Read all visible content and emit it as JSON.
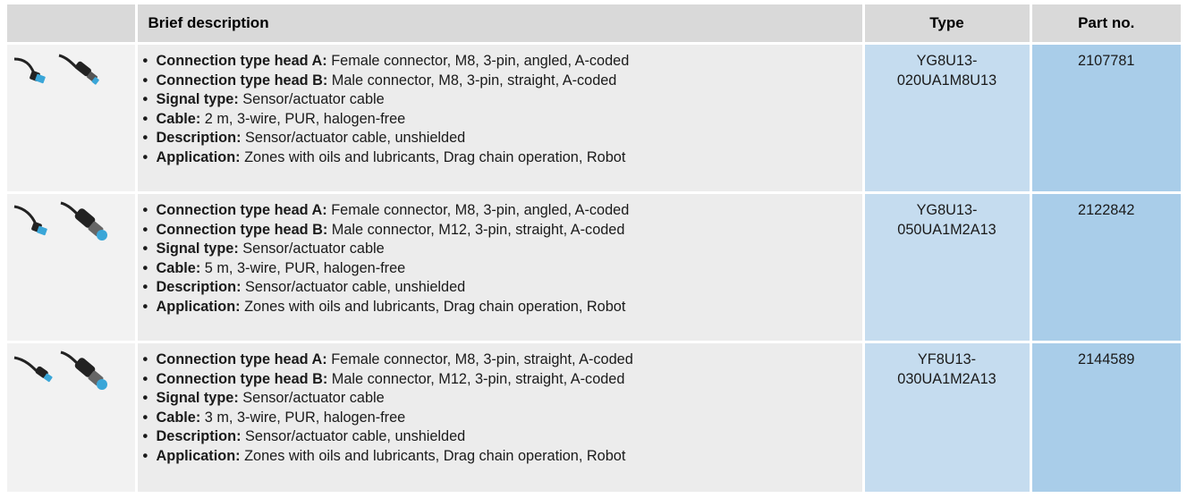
{
  "header": {
    "brief_description": "Brief description",
    "type": "Type",
    "part_no": "Part no."
  },
  "rows": [
    {
      "image_icon": "m8-angled-to-m8-straight-cable-icon",
      "specs": [
        {
          "key": "Connection type head A:",
          "value": " Female connector, M8, 3-pin, angled, A-coded"
        },
        {
          "key": "Connection type head B:",
          "value": " Male connector, M8, 3-pin, straight, A-coded"
        },
        {
          "key": "Signal type:",
          "value": " Sensor/actuator cable"
        },
        {
          "key": "Cable:",
          "value": " 2 m, 3-wire, PUR, halogen-free"
        },
        {
          "key": "Description:",
          "value": " Sensor/actuator cable, unshielded"
        },
        {
          "key": "Application:",
          "value": " Zones with oils and lubricants, Drag chain operation, Robot"
        }
      ],
      "type_line1": "YG8U13-",
      "type_line2": "020UA1M8U13",
      "part_no": "2107781"
    },
    {
      "image_icon": "m8-angled-to-m12-straight-cable-icon",
      "specs": [
        {
          "key": "Connection type head A:",
          "value": " Female connector, M8, 3-pin, angled, A-coded"
        },
        {
          "key": "Connection type head B:",
          "value": " Male connector, M12, 3-pin, straight, A-coded"
        },
        {
          "key": "Signal type:",
          "value": " Sensor/actuator cable"
        },
        {
          "key": "Cable:",
          "value": " 5 m, 3-wire, PUR, halogen-free"
        },
        {
          "key": "Description:",
          "value": " Sensor/actuator cable, unshielded"
        },
        {
          "key": "Application:",
          "value": " Zones with oils and lubricants, Drag chain operation, Robot"
        }
      ],
      "type_line1": "YG8U13-",
      "type_line2": "050UA1M2A13",
      "part_no": "2122842"
    },
    {
      "image_icon": "m8-straight-to-m12-straight-cable-icon",
      "specs": [
        {
          "key": "Connection type head A:",
          "value": " Female connector, M8, 3-pin, straight, A-coded"
        },
        {
          "key": "Connection type head B:",
          "value": " Male connector, M12, 3-pin, straight, A-coded"
        },
        {
          "key": "Signal type:",
          "value": " Sensor/actuator cable"
        },
        {
          "key": "Cable:",
          "value": " 3 m, 3-wire, PUR, halogen-free"
        },
        {
          "key": "Description:",
          "value": " Sensor/actuator cable, unshielded"
        },
        {
          "key": "Application:",
          "value": " Zones with oils and lubricants, Drag chain operation, Robot"
        }
      ],
      "type_line1": "YF8U13-",
      "type_line2": "030UA1M2A13",
      "part_no": "2144589"
    }
  ],
  "colors": {
    "header_bg": "#d9d9d9",
    "description_bg": "#ececec",
    "type_bg": "#c5dcef",
    "part_bg": "#a9cde9",
    "connector_accent": "#3aa6d8"
  }
}
